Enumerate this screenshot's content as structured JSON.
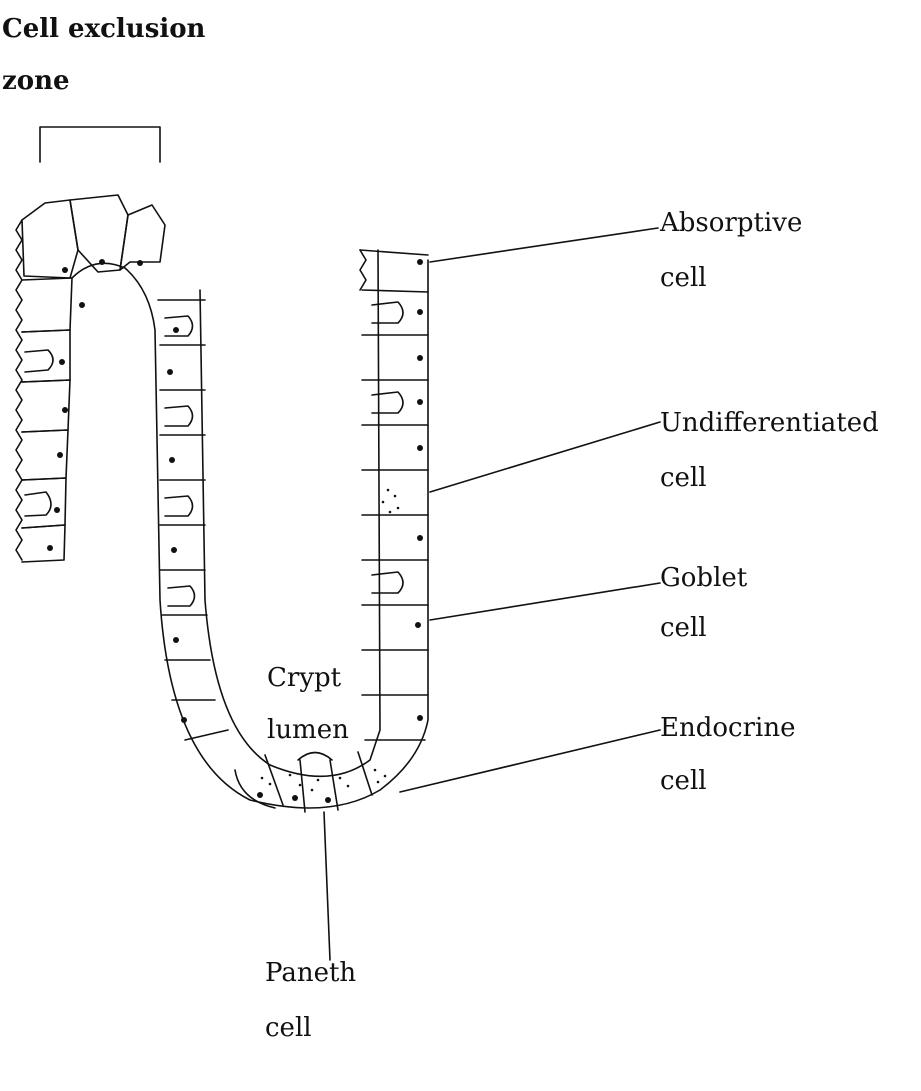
{
  "title": {
    "line1": "Cell exclusion",
    "line2": "zone"
  },
  "labels": {
    "absorptive": {
      "line1": "Absorptive",
      "line2": "cell"
    },
    "undifferentiated": {
      "line1": "Undifferentiated",
      "line2": "cell"
    },
    "goblet": {
      "line1": "Goblet",
      "line2": "cell"
    },
    "endocrine": {
      "line1": "Endocrine",
      "line2": "cell"
    },
    "crypt_lumen": {
      "line1": "Crypt",
      "line2": "lumen"
    },
    "paneth": {
      "line1": "Paneth",
      "line2": "cell"
    }
  },
  "colors": {
    "ink": "#111111",
    "background": "#ffffff"
  }
}
